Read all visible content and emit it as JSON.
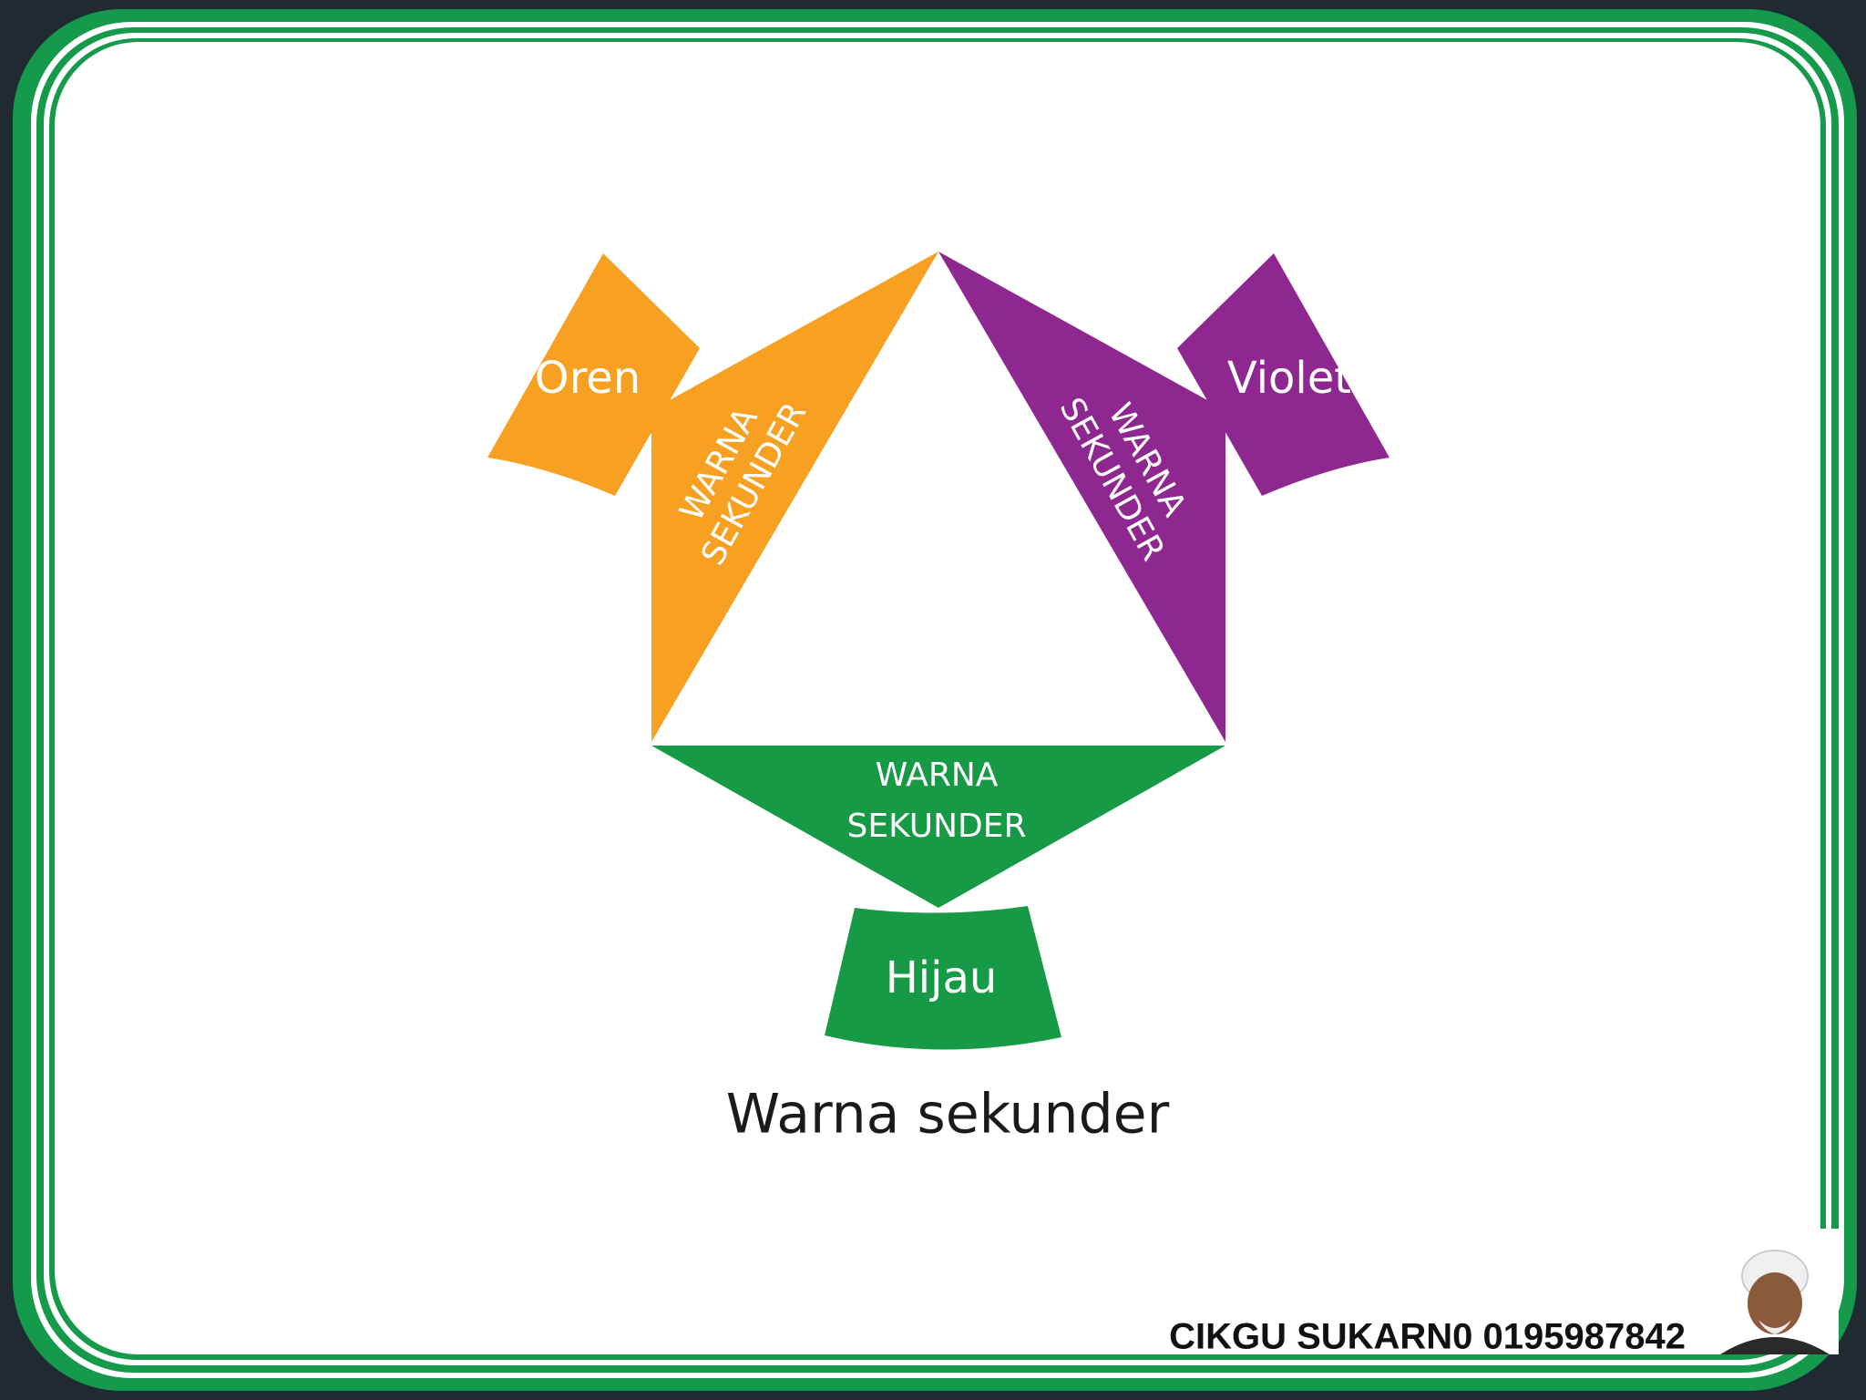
{
  "diagram": {
    "segments": [
      {
        "id": "oren",
        "label": "Oren",
        "side_label_line1": "WARNA",
        "side_label_line2": "SEKUNDER",
        "color": "#f7a021"
      },
      {
        "id": "violet",
        "label": "Violet",
        "side_label_line1": "WARNA",
        "side_label_line2": "SEKUNDER",
        "color": "#8e278f"
      },
      {
        "id": "hijau",
        "label": "Hijau",
        "side_label_line1": "WARNA",
        "side_label_line2": "SEKUNDER",
        "color": "#169a46"
      }
    ],
    "caption": "Warna sekunder"
  },
  "footer": {
    "credit": "CIKGU SUKARN0 0195987842"
  },
  "theme": {
    "frame_dark": "#1f2a33",
    "frame_green": "#159a4c",
    "background": "#ffffff"
  }
}
